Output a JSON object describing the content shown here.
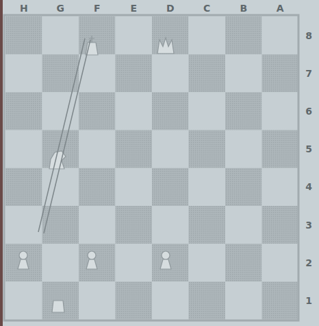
{
  "diagram": {
    "labels": [
      "H",
      "G",
      "F",
      "E",
      "D",
      "C",
      "B",
      "A",
      "8",
      "7",
      "6",
      "5",
      "4",
      "3",
      "2",
      "1"
    ]
  }
}
